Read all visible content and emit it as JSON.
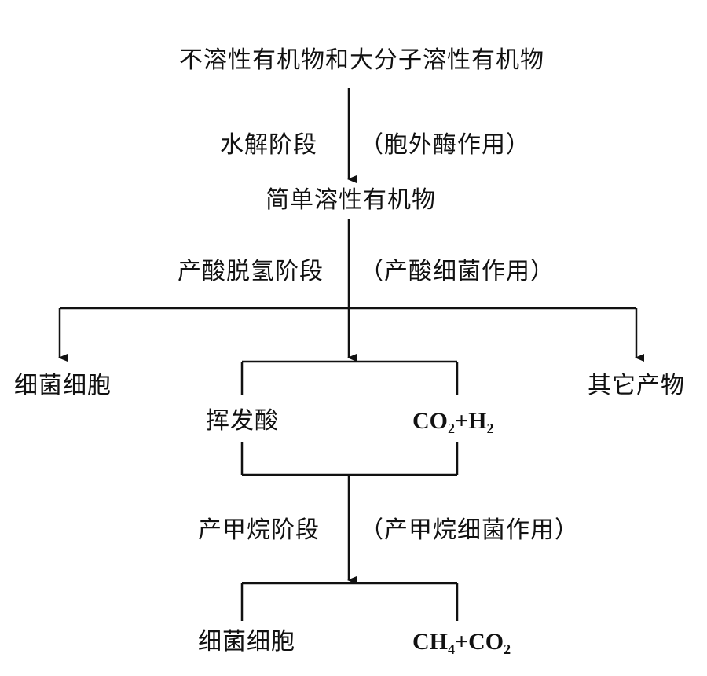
{
  "nodes": {
    "top": "不溶性有机物和大分子溶性有机物",
    "simple": "简单溶性有机物",
    "bacteria_cells_1": "细菌细胞",
    "other_products": "其它产物",
    "volatile_acids": "挥发酸",
    "co2_h2": {
      "a": "CO",
      "a_sub": "2",
      "plus": "+H",
      "b_sub": "2"
    },
    "bacteria_cells_2": "细菌细胞",
    "ch4_co2": {
      "a": "CH",
      "a_sub": "4",
      "plus": "+CO",
      "b_sub": "2"
    }
  },
  "stages": {
    "hydrolysis": {
      "name": "水解阶段",
      "note": "（胞外酶作用）"
    },
    "acidogenesis": {
      "name": "产酸脱氢阶段",
      "note": "（产酸细菌作用）"
    },
    "methanogenesis": {
      "name": "产甲烷阶段",
      "note": "（产甲烷细菌作用）"
    }
  }
}
